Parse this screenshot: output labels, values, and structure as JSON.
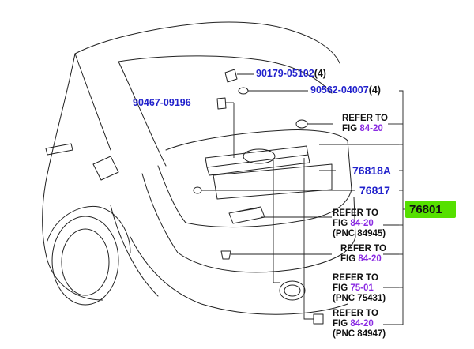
{
  "parts": {
    "p1": {
      "number": "90179-05102",
      "qty": "(4)"
    },
    "p2": {
      "number": "90562-04007",
      "qty": "(4)"
    },
    "p3": {
      "number": "90467-09196"
    },
    "p4": {
      "number": "76818A"
    },
    "p5": {
      "number": "76817"
    },
    "assembly": {
      "number": "76801",
      "highlight_color": "#55e000"
    }
  },
  "refs": {
    "r1": {
      "line1": "REFER TO",
      "fig_prefix": "FIG ",
      "fig": "84-20",
      "pnc": ""
    },
    "r2": {
      "line1": "REFER TO",
      "fig_prefix": "FIG ",
      "fig": "84-20",
      "pnc": "(PNC 84945)"
    },
    "r3": {
      "line1": "REFER TO",
      "fig_prefix": "FIG ",
      "fig": "84-20",
      "pnc": ""
    },
    "r4": {
      "line1": "REFER TO",
      "fig_prefix": "FIG ",
      "fig": "75-01",
      "pnc": "(PNC 75431)"
    },
    "r5": {
      "line1": "REFER TO",
      "fig_prefix": "FIG ",
      "fig": "84-20",
      "pnc": "(PNC 84947)"
    }
  },
  "colors": {
    "part_number": "#2222cc",
    "fig_link": "#8a2be2",
    "line": "#222222"
  }
}
